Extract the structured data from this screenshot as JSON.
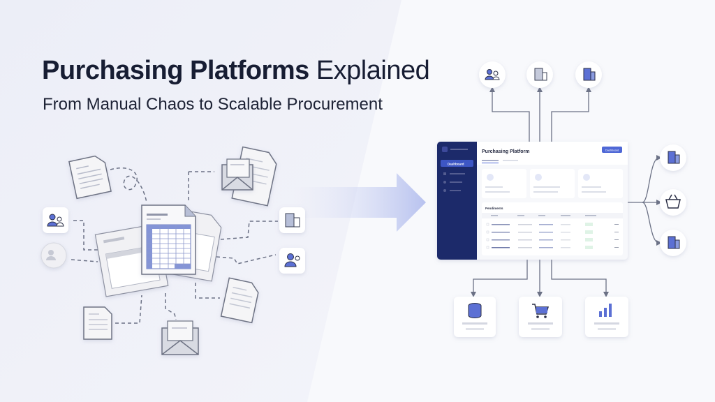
{
  "header": {
    "title_bold": "Purchasing Platforms",
    "title_regular": "Explained",
    "subtitle": "From Manual Chaos to Scalable Procurement"
  },
  "dashboard": {
    "title": "Purchasing Platform",
    "action_button": "Dashboard",
    "sidebar_active": "Dashboard",
    "section_title": "Pendiments"
  },
  "colors": {
    "accent": "#4f68d6",
    "sidebar": "#1f2a6b",
    "title_text": "#171d33",
    "badge_green": "#dff3e6"
  },
  "icons": {
    "left_cluster": [
      "document-icon",
      "spreadsheet-icon",
      "envelope-icon",
      "users-icon",
      "chat-user-icon",
      "building-icon",
      "user-settings-icon"
    ],
    "top": [
      "users-icon",
      "building-icon",
      "building-icon"
    ],
    "right": [
      "building-icon",
      "basket-icon",
      "building-icon"
    ],
    "bottom": [
      "database-icon",
      "cart-icon",
      "bar-chart-icon"
    ]
  }
}
